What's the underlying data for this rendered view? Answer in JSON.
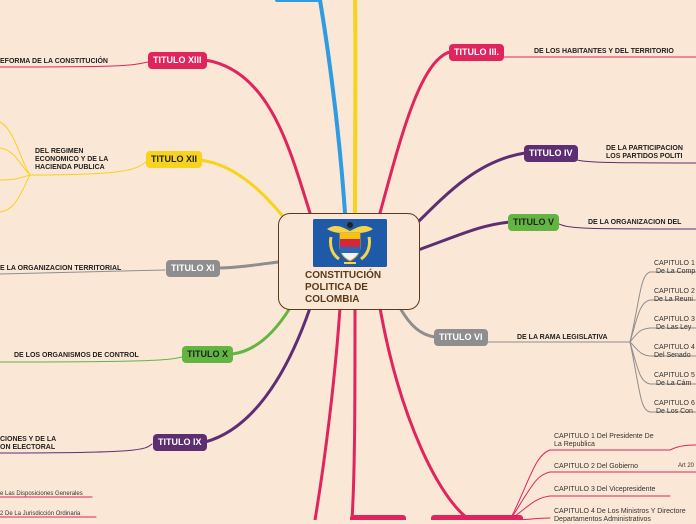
{
  "center": {
    "title": "CONSTITUCIÓN POLITICA DE COLOMBIA",
    "flag_icon": "colombia-coat-of-arms-icon"
  },
  "colors": {
    "background": "#fbe7d6",
    "red": "#e0245e",
    "purple": "#5e2e73",
    "green": "#63b541",
    "gray": "#8e8e8e",
    "yellow": "#f7d21e",
    "blue": "#2f9be0",
    "brown": "#5a3a1a"
  },
  "titles": {
    "t3": "TITULO III.",
    "t4": "TITULO IV",
    "t5": "TITULO V",
    "t6": "TITULO VI",
    "t9": "TITULO IX",
    "t10": "TITULO X",
    "t11": "TITULO XI",
    "t12": "TITULO XII",
    "t13": "TITULO XIII"
  },
  "labels": {
    "t3": "DE LOS HABITANTES Y DEL TERRITORIO",
    "t4": "DE LA PARTICIPACION\nLOS PARTIDOS POLITI",
    "t5": "DE LA ORGANIZACION DEL",
    "t6": "DE LA RAMA LEGISLATIVA",
    "t9": "CIONES Y DE LA\nON ELECTORAL",
    "t10": "DE LOS ORGANISMOS DE CONTROL",
    "t11": "E LA ORGANIZACION TERRITORIAL",
    "t12": "DEL REGIMEN\nECONOMICO Y DE LA\nHACIENDA PUBLICA",
    "t13": "EFORMA DE LA CONSTITUCIÓN"
  },
  "t6_chapters": [
    "CAPITULO 1\n De La Comp",
    "CAPITULO 2\nDe La Reuni",
    "CAPITULO 3\n De Las Ley",
    "CAPITULO 4\nDel Senado",
    "CAPITULO 5\n De La Cám",
    "CAPITULO 6\n De Los Con"
  ],
  "t7_chapters": [
    "CAPITULO 1 Del Presidente De\nLa Republica",
    "CAPITULO 2 Del Gobierno",
    "CAPITULO 3 Del Vicepresidente",
    "CAPITULO 4 De Los Ministros Y Directore\nDepartamentos Administrativos"
  ],
  "t7_art": "Art 20",
  "left_bottom_items": [
    "e Las Disposiciones Generales",
    "2 De La Jurisdicción Ordinaria"
  ]
}
